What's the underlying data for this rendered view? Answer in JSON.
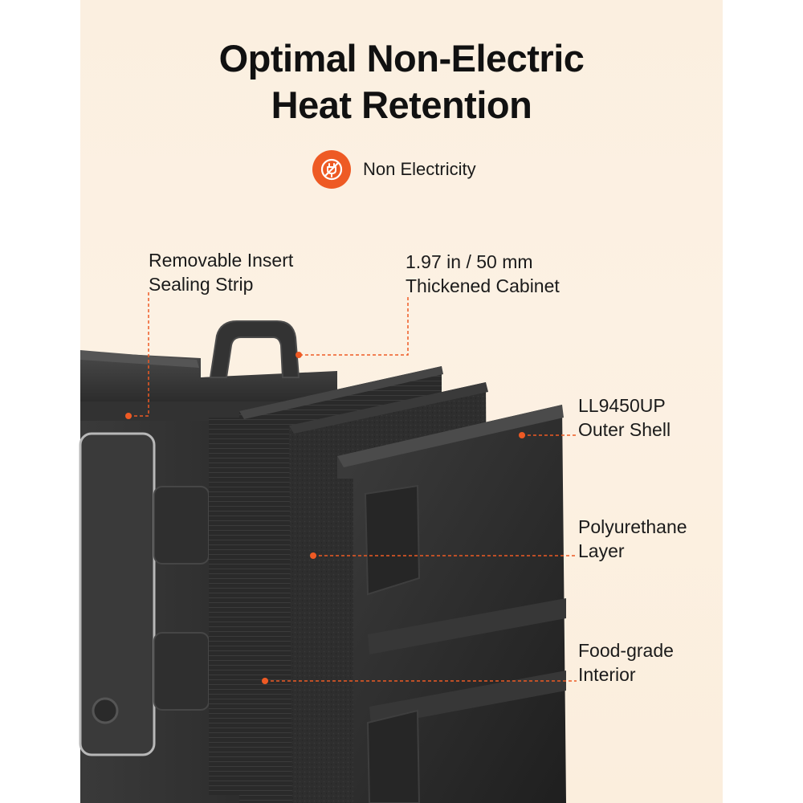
{
  "title": {
    "line1": "Optimal Non-Electric",
    "line2": "Heat Retention"
  },
  "badge": {
    "text": "Non Electricity",
    "icon": "no-plug-icon",
    "color": "#ee5a24"
  },
  "callouts": {
    "insert": {
      "line1": "Removable Insert",
      "line2": "Sealing Strip"
    },
    "cabinet": {
      "line1": "1.97 in / 50 mm",
      "line2": "Thickened Cabinet"
    },
    "shell": {
      "line1": "LL9450UP",
      "line2": "Outer Shell"
    },
    "poly": {
      "line1": "Polyurethane",
      "line2": "Layer"
    },
    "interior": {
      "line1": "Food-grade",
      "line2": "Interior"
    }
  },
  "colors": {
    "accent": "#ee5a24",
    "background": "#fbefe0",
    "product": "#2b2b2b"
  }
}
